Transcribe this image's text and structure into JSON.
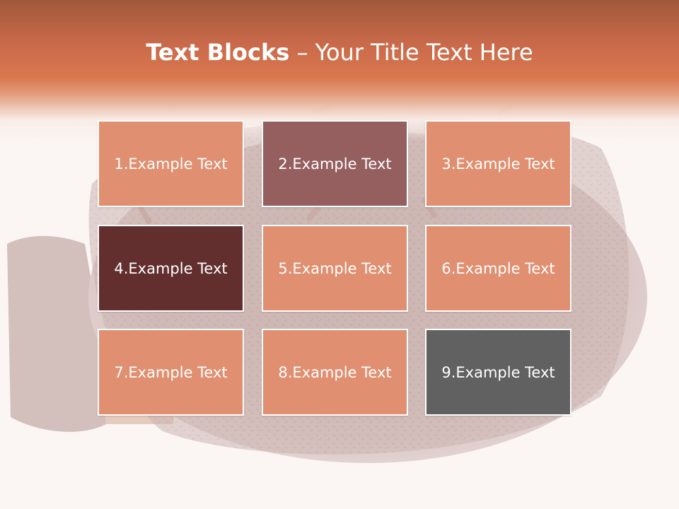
{
  "title": {
    "bold": "Text Blocks",
    "rest": " – Your Title Text Here"
  },
  "colors": {
    "header_dark": "#a0583a",
    "header_mid": "#d9784f",
    "block_salmon": "#e08f70",
    "block_mauve": "#955f60",
    "block_maroon": "#622e2e",
    "block_gray": "#616161",
    "block_border": "#ffffff"
  },
  "blocks": [
    {
      "label": "1.Example Text",
      "color": "#e08f70"
    },
    {
      "label": "2.Example Text",
      "color": "#955f60"
    },
    {
      "label": "3.Example Text",
      "color": "#e08f70"
    },
    {
      "label": "4.Example Text",
      "color": "#622e2e"
    },
    {
      "label": "5.Example Text",
      "color": "#e08f70"
    },
    {
      "label": "6.Example Text",
      "color": "#e08f70"
    },
    {
      "label": "7.Example Text",
      "color": "#e08f70"
    },
    {
      "label": "8.Example Text",
      "color": "#e08f70"
    },
    {
      "label": "9.Example Text",
      "color": "#616161"
    }
  ]
}
